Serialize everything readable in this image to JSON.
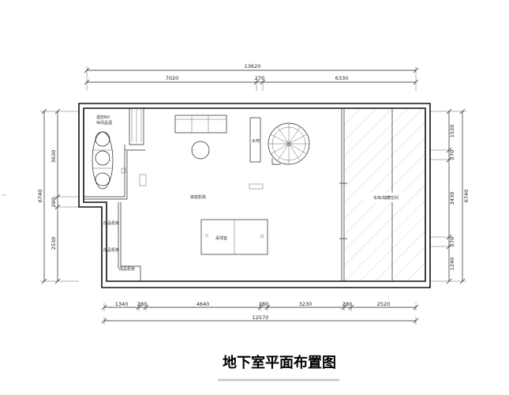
{
  "title": "地下室平面布置图",
  "dimensions": {
    "top_total": "13620",
    "top_segments": [
      "7020",
      "270",
      "6330"
    ],
    "bottom_total": "12570",
    "bottom_segments": [
      "1340",
      "280",
      "4640",
      "280",
      "3230",
      "280",
      "2520"
    ],
    "left_outer": "6740",
    "left_segments": [
      "3630",
      "280",
      "2530"
    ],
    "right_outer": "6740",
    "right_segments": [
      "1530",
      "270",
      "3430",
      "270",
      "1240"
    ]
  },
  "rooms": {
    "wine_tasting": "酒窖BO\n休闲品酒",
    "water_bar": "水吧",
    "family_hall": "家庭影院",
    "billiard": "桌球室",
    "garage": "车库/储藏空间",
    "wine_rack_1": "成品柜架",
    "wine_rack_2": "成品柜架",
    "wine_rack_3": "成品柜架"
  },
  "colors": {
    "wall": "#111111",
    "underline": "#c8c8c8"
  }
}
